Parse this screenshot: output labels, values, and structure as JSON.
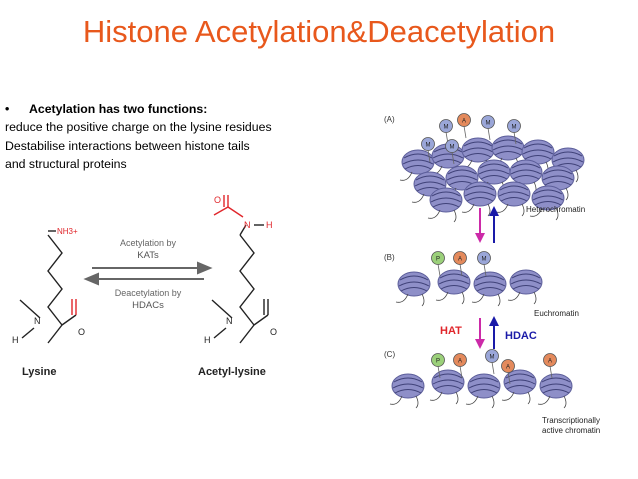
{
  "title": "Histone Acetylation&Deacetylation",
  "bullets": {
    "marker": "•",
    "heading": "Acetylation has two functions:",
    "lines": [
      "reduce the positive charge on the lysine residues",
      "Destabilise interactions between histone tails",
      "and structural proteins"
    ]
  },
  "reaction": {
    "amine_label": "NH3+",
    "forward_label": "Acetylation by",
    "forward_enzyme": "KATs",
    "reverse_label": "Deacetylation by",
    "reverse_enzyme": "HDACs",
    "n_label": "N",
    "h_label": "H",
    "o_label": "O",
    "nh_n": "N",
    "nh_h": "H",
    "left_name": "Lysine",
    "right_name": "Acetyl-lysine"
  },
  "chromatin": {
    "panel_a": "(A)",
    "panel_b": "(B)",
    "panel_c": "(C)",
    "heterochromatin": "Heterochromatin",
    "euchromatin": "Euchromatin",
    "hat": "HAT",
    "hdac": "HDAC",
    "active_line1": "Transcriptionally",
    "active_line2": "active chromatin",
    "marks_a": [
      "M",
      "A",
      "M",
      "M",
      "M",
      "M"
    ],
    "marks_b": [
      "P",
      "A",
      "M"
    ],
    "marks_c": [
      "P",
      "A",
      "M",
      "A",
      "A"
    ]
  },
  "colors": {
    "title": "#e8581c",
    "acetyl_red": "#e0262b",
    "arrow_magenta": "#cc2aa8",
    "arrow_blue": "#1a1aa8",
    "hat_red": "#e0262b",
    "hdac_blue": "#1a1aa8",
    "nucleosome": "#8e8fc8",
    "mark_M": "#9aa6d8",
    "mark_A": "#e48a5c",
    "mark_P": "#9bd07a"
  }
}
